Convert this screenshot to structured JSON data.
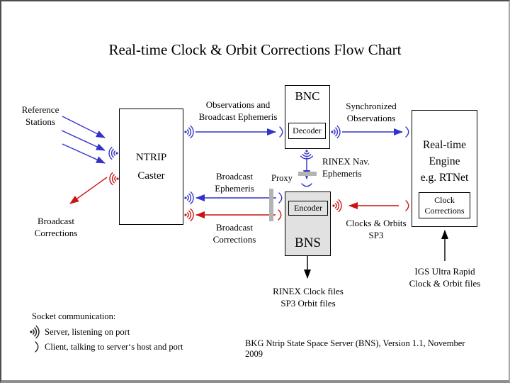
{
  "title": "Real-time Clock & Orbit Corrections Flow Chart",
  "colors": {
    "blue": "#3333cc",
    "red": "#cc1111",
    "gray": "#b3b3b3",
    "box_gray": "#e1e1e1"
  },
  "boxes": {
    "ntrip_caster": "NTRIP\nCaster",
    "bnc": "BNC",
    "decoder": "Decoder",
    "bns": "BNS",
    "encoder": "Encoder",
    "engine": "Real-time\nEngine\ne.g. RTNet",
    "clock_corrections": "Clock\nCorrections"
  },
  "labels": {
    "reference_stations": "Reference\nStations",
    "observations_and_broadcast_ephemeris": "Observations and\nBroadcast Ephemeris",
    "synchronized_observations": "Synchronized\nObservations",
    "broadcast_ephemeris": "Broadcast\nEphemeris",
    "proxy": "Proxy",
    "rinex_nav_ephemeris": "RINEX Nav.\nEphemeris",
    "broadcast_corrections_to_caster": "Broadcast\nCorrections",
    "clocks_orbits_sp3": "Clocks & Orbits\nSP3",
    "broadcast_corrections_out": "Broadcast\nCorrections",
    "rinex_outputs": "RINEX Clock files\nSP3 Orbit files",
    "igs_ultra_rapid": "IGS Ultra Rapid\nClock & Orbit files"
  },
  "legend": {
    "heading": "Socket communication:",
    "server": "Server, listening on port",
    "client": "Client, talking to server‘s host and port"
  },
  "caption": "BKG Ntrip State Space Server  (BNS), Version 1.1, November 2009",
  "icons": {
    "server_socket": "dot with three nested radio arcs ·)))",
    "client_socket": "single arc )",
    "proxy_bar": "gray rectangle"
  }
}
